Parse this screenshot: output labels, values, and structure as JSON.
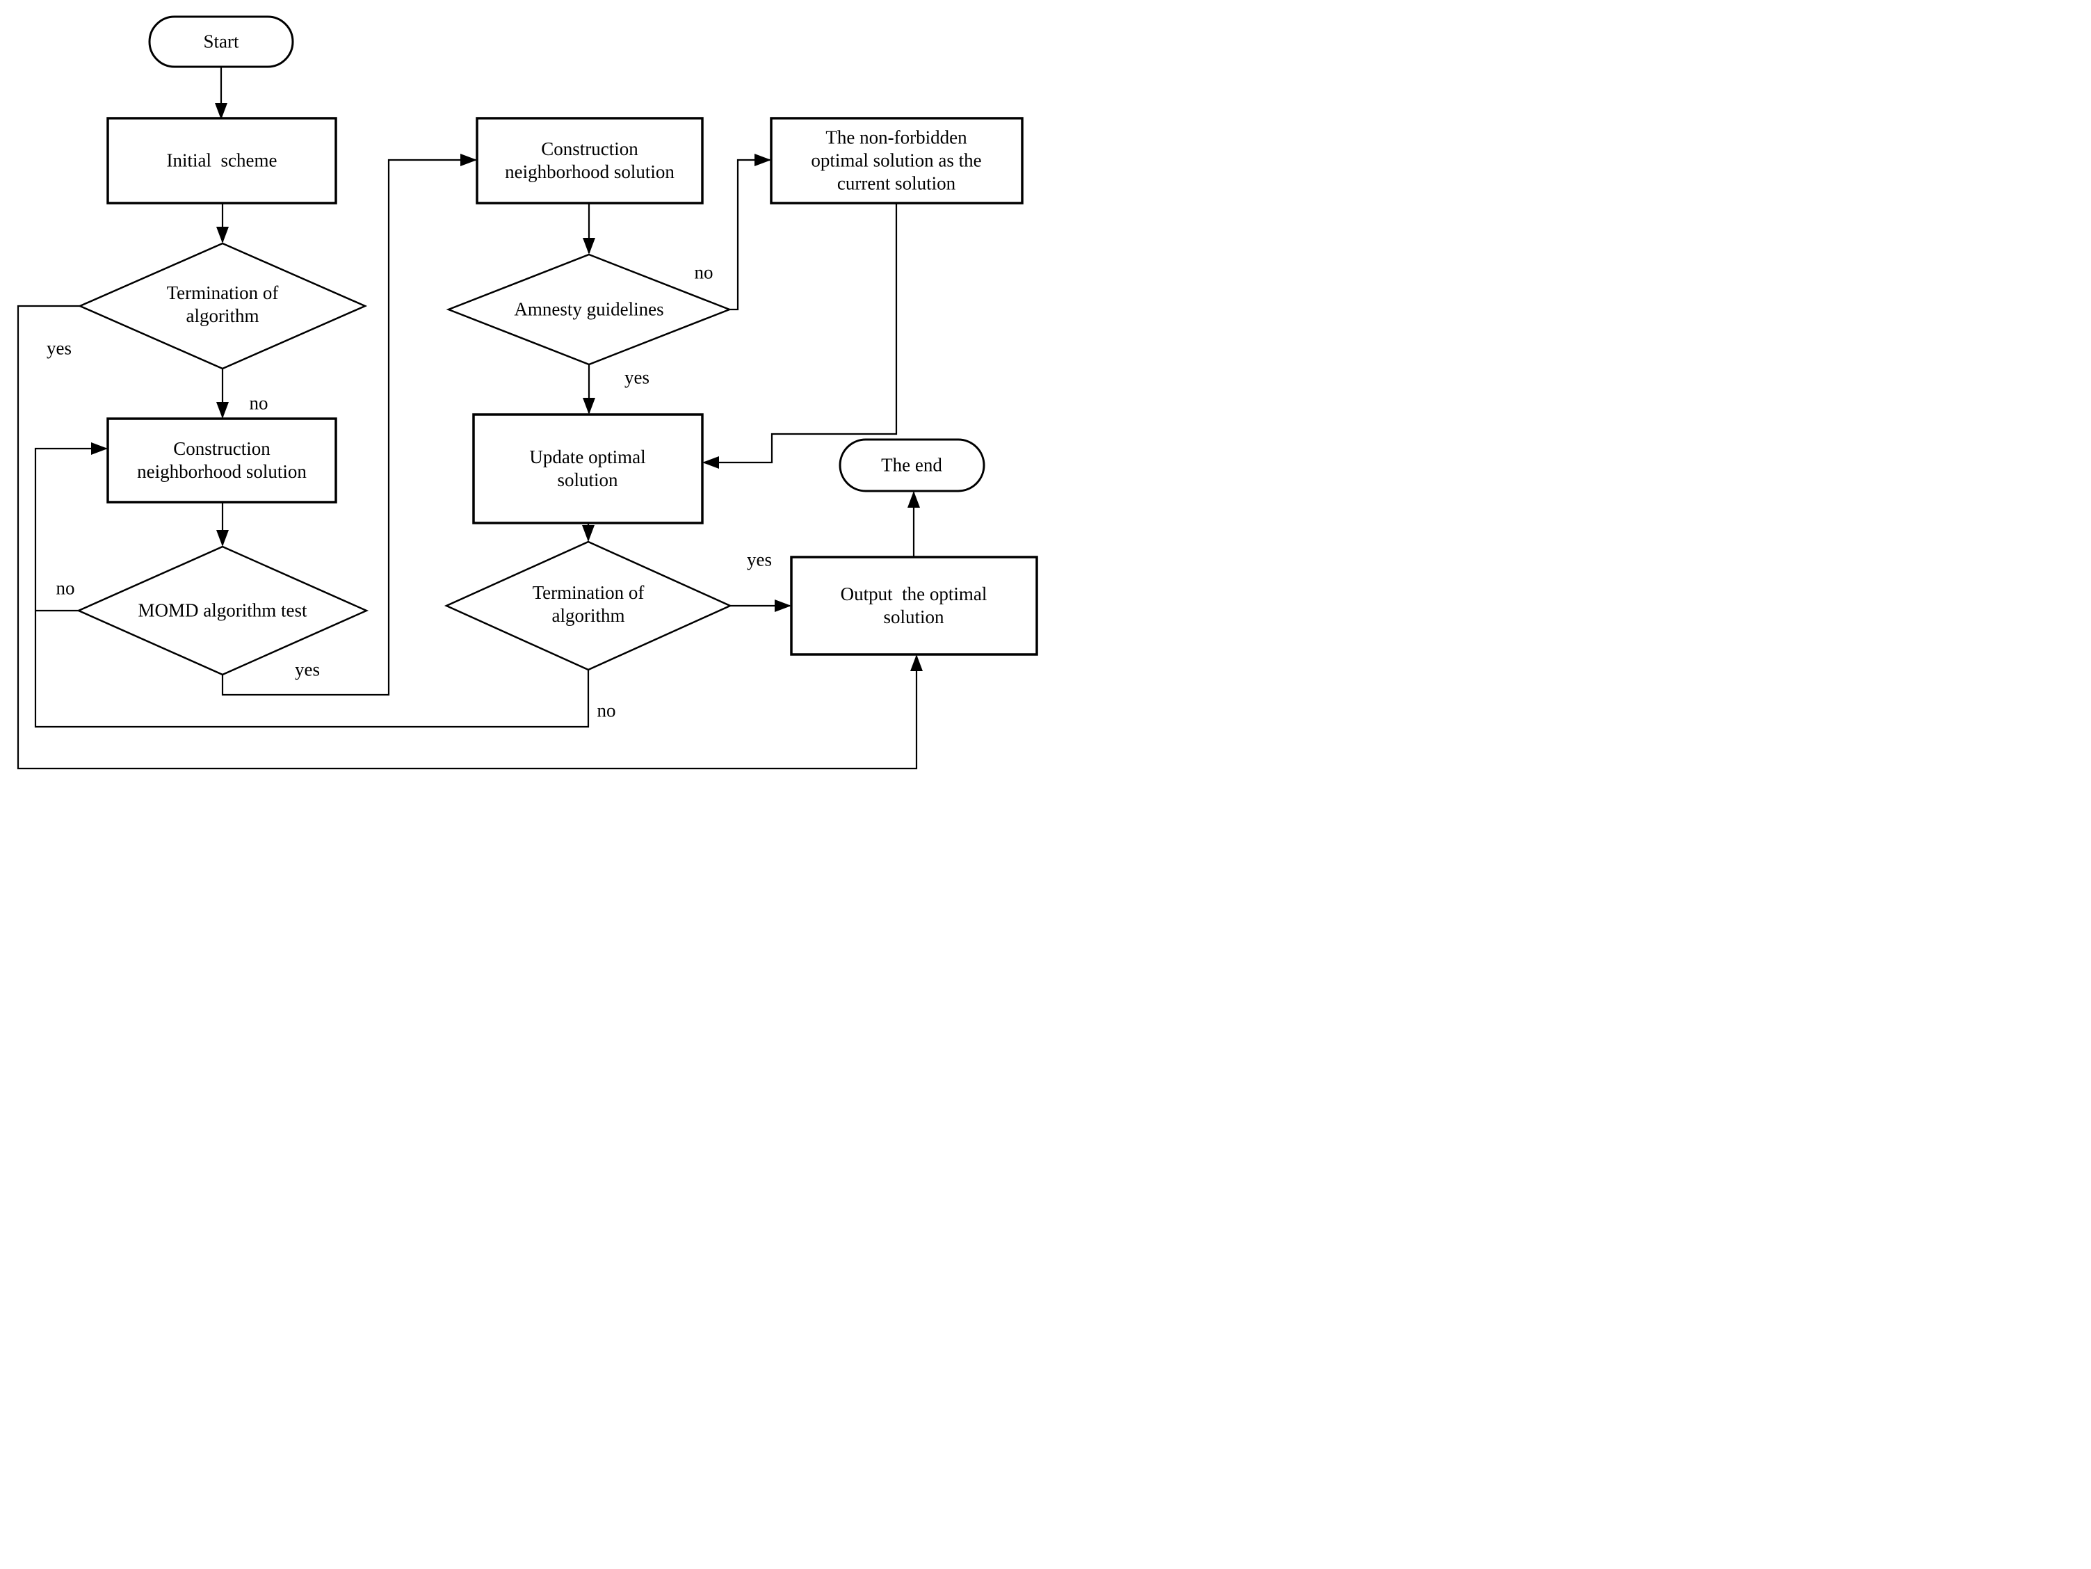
{
  "figure": {
    "type": "flowchart",
    "background_color": "#ffffff",
    "line_color": "#000000",
    "shape_fill_color": "#ffffff"
  },
  "nodes": {
    "start": {
      "shape": "terminator",
      "label": "Start"
    },
    "initial_scheme": {
      "shape": "process",
      "label": "Initial  scheme"
    },
    "termination_left": {
      "shape": "decision",
      "label": "Termination of\nalgorithm"
    },
    "construction_left": {
      "shape": "process",
      "label": "Construction\nneighborhood solution"
    },
    "momd_test": {
      "shape": "decision",
      "label": "MOMD algorithm test"
    },
    "construction_mid": {
      "shape": "process",
      "label": "Construction\nneighborhood solution"
    },
    "amnesty": {
      "shape": "decision",
      "label": "Amnesty guidelines"
    },
    "non_forbidden": {
      "shape": "process",
      "label": "The non-forbidden\noptimal solution as the\ncurrent solution"
    },
    "update_optimal": {
      "shape": "process",
      "label": "Update optimal\nsolution"
    },
    "termination_right": {
      "shape": "decision",
      "label": "Termination of\nalgorithm"
    },
    "output_optimal": {
      "shape": "process",
      "label": "Output  the optimal\nsolution"
    },
    "the_end": {
      "shape": "terminator",
      "label": "The end"
    }
  },
  "edge_labels": {
    "termination_left_yes": "yes",
    "termination_left_no": "no",
    "momd_no": "no",
    "momd_yes": "yes",
    "amnesty_no": "no",
    "amnesty_yes": "yes",
    "termination_right_yes": "yes",
    "termination_right_no": "no"
  }
}
